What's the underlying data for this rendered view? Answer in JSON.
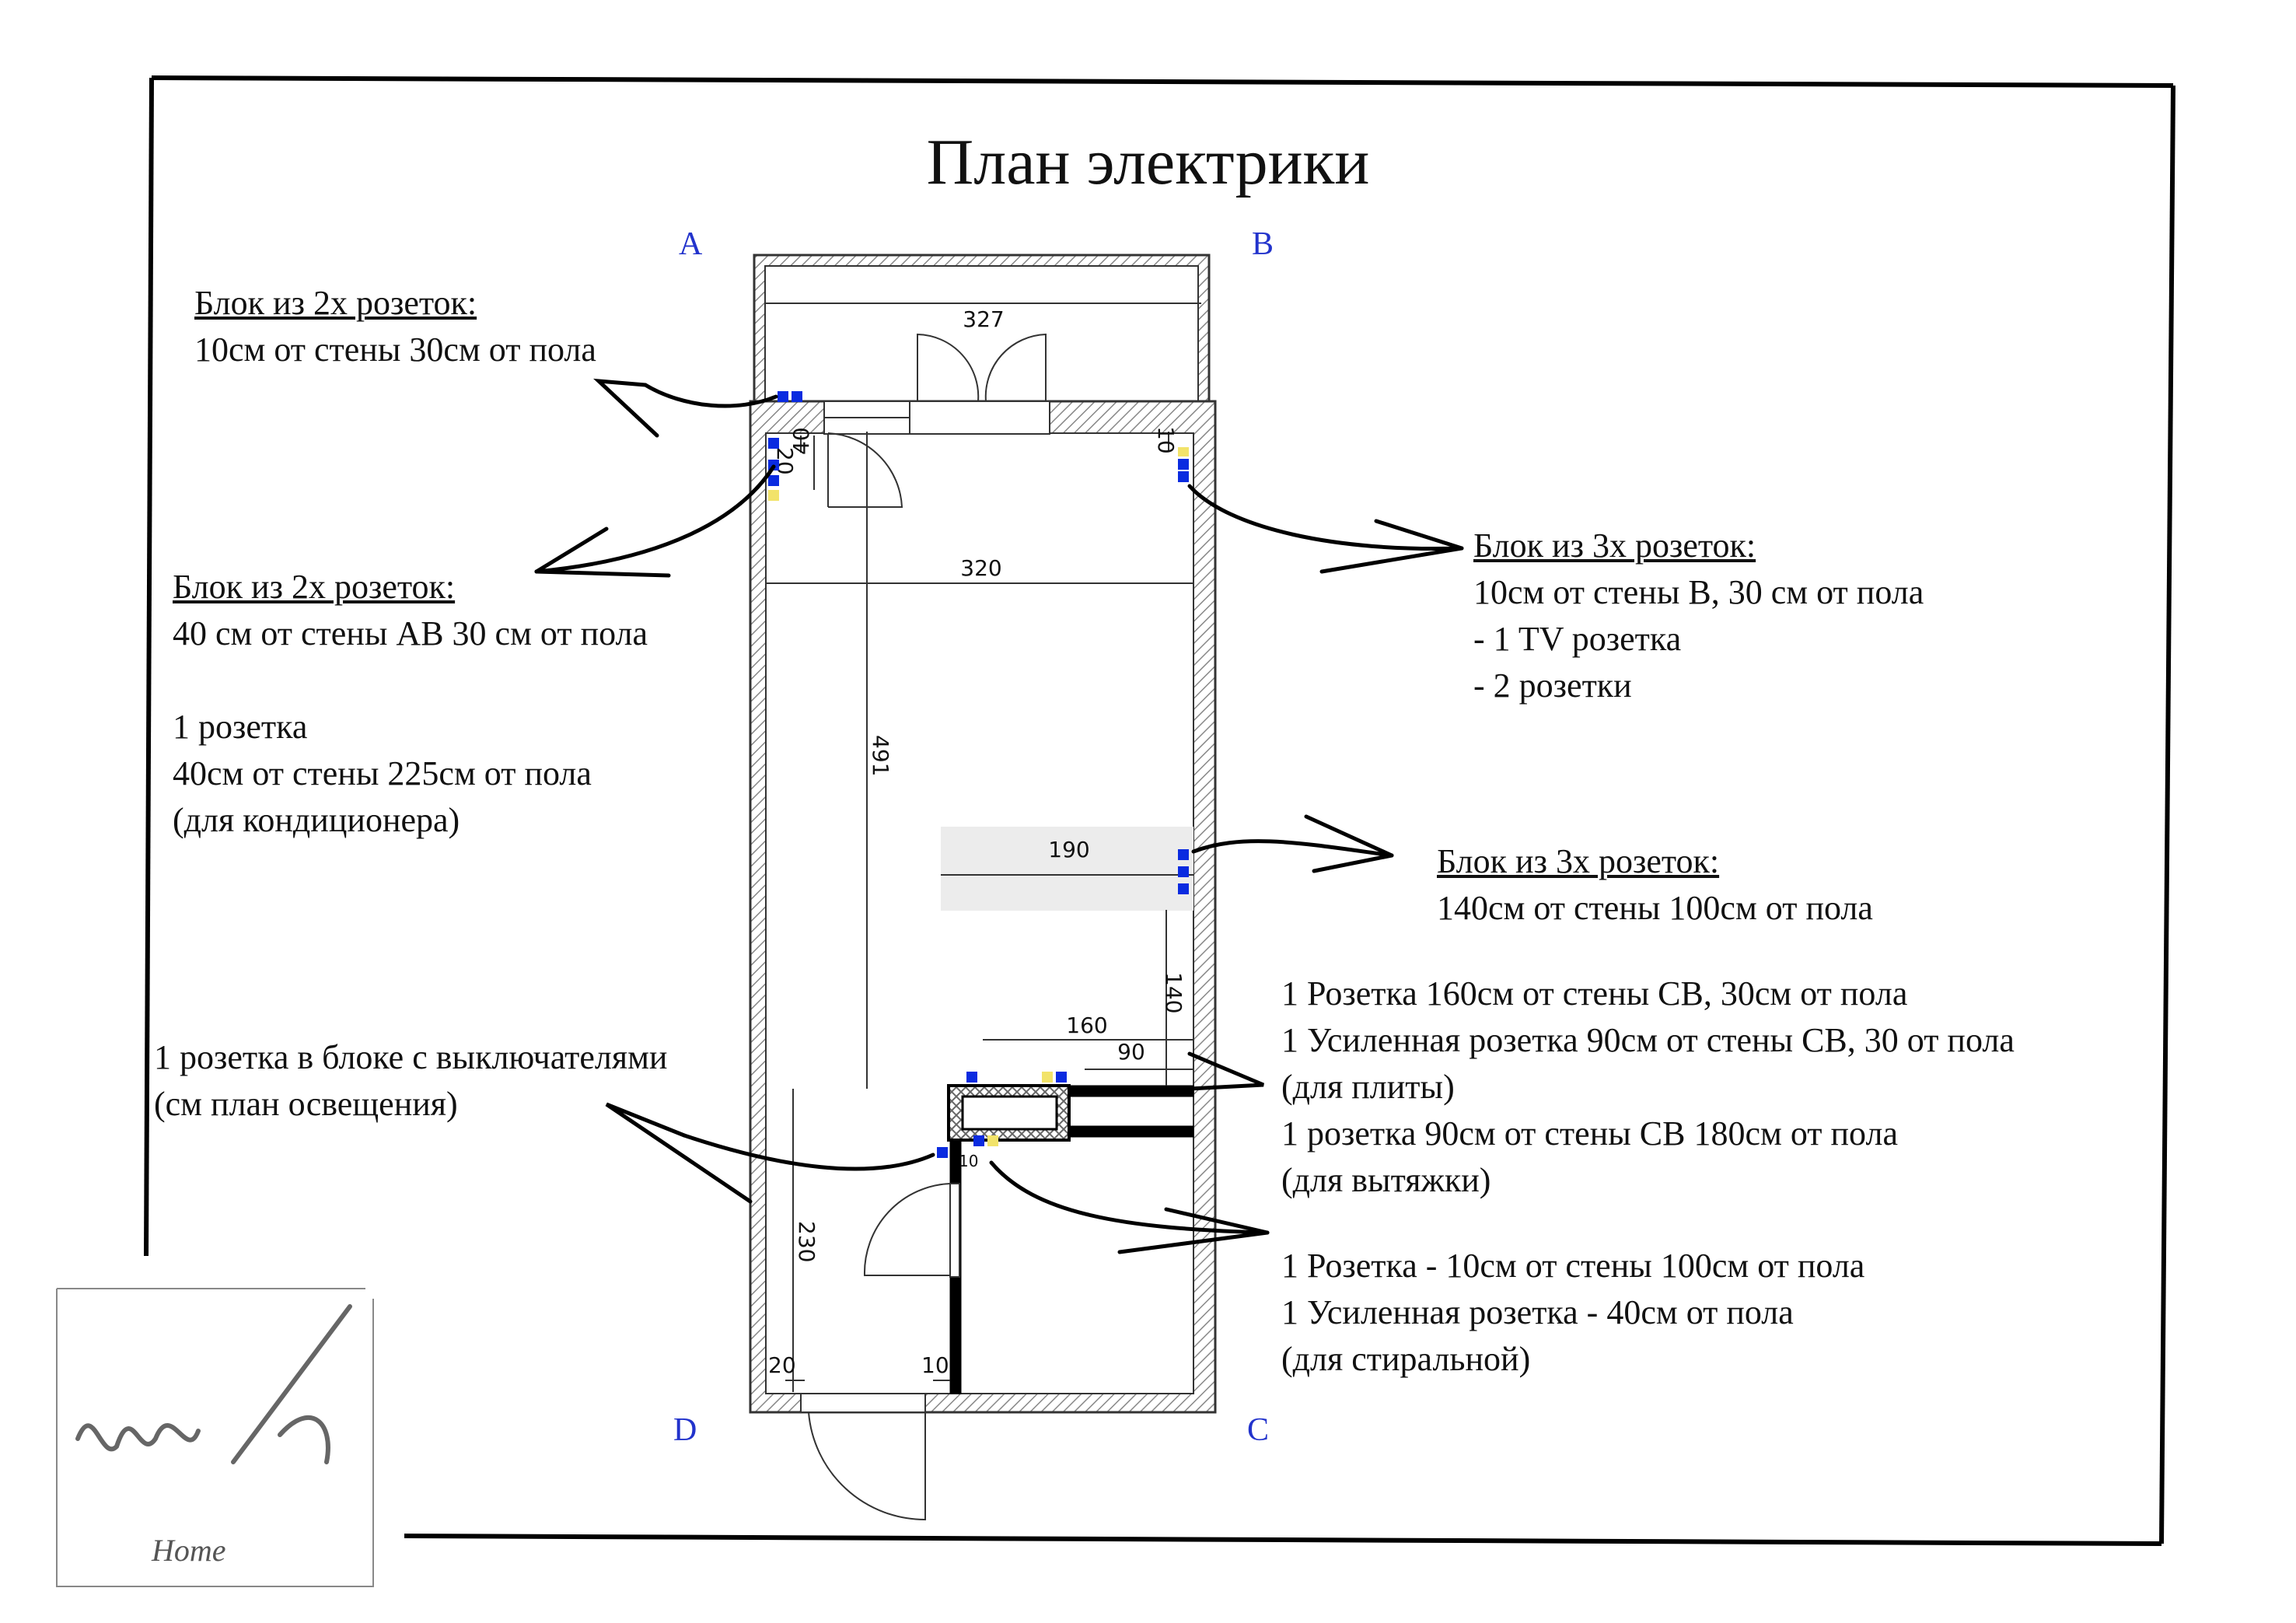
{
  "title": "План электрики",
  "corners": {
    "A": "A",
    "B": "B",
    "C": "C",
    "D": "D"
  },
  "dimensions": {
    "top_width": "327",
    "inner_width": "320",
    "left_20": "20",
    "left_40": "40",
    "right_10": "10",
    "length": "491",
    "partition": "190",
    "from_partition": "140",
    "kitchen_160": "160",
    "kitchen_90": "90",
    "bath_230": "230",
    "bottom_20": "20",
    "bottom_10": "10",
    "small_10": "10"
  },
  "notes": {
    "top_left": {
      "heading": "Блок из 2х розеток:",
      "lines": [
        "10см от стены 30см от пола"
      ]
    },
    "left_mid": {
      "heading": "Блок из 2х розеток:",
      "lines": [
        "40 см от стены АВ 30 см от пола",
        "",
        "1 розетка",
        "40см от стены 225см от пола",
        "(для кондиционера)"
      ]
    },
    "right_top": {
      "heading": "Блок из 3х розеток:",
      "lines": [
        "10см от стены В, 30 см от пола",
        "- 1 TV розетка",
        "- 2 розетки"
      ]
    },
    "right_mid": {
      "heading": "Блок из 3х розеток:",
      "lines": [
        "140см от стены 100см от пола"
      ]
    },
    "kitchen": {
      "lines": [
        "1 Розетка 160см от стены СВ, 30см от пола",
        "1 Усиленная розетка 90см от стены СВ, 30 от пола",
        "(для плиты)",
        "1 розетка 90см от стены СВ 180см от пола",
        "(для вытяжки)"
      ]
    },
    "switch_block": {
      "lines": [
        "1 розетка в блоке с выключателями",
        "(см план освещения)"
      ]
    },
    "bath": {
      "lines": [
        "1 Розетка - 10см от стены 100см от пола",
        "1 Усиленная розетка - 40см от пола",
        "(для стиральной)"
      ]
    }
  },
  "logo": {
    "monogram": "wh",
    "subtitle": "Home"
  },
  "colors": {
    "socket": "#0a2be0",
    "socket_alt": "#f2e36a",
    "label": "#2233cc",
    "wall_hatch": "#777777"
  }
}
